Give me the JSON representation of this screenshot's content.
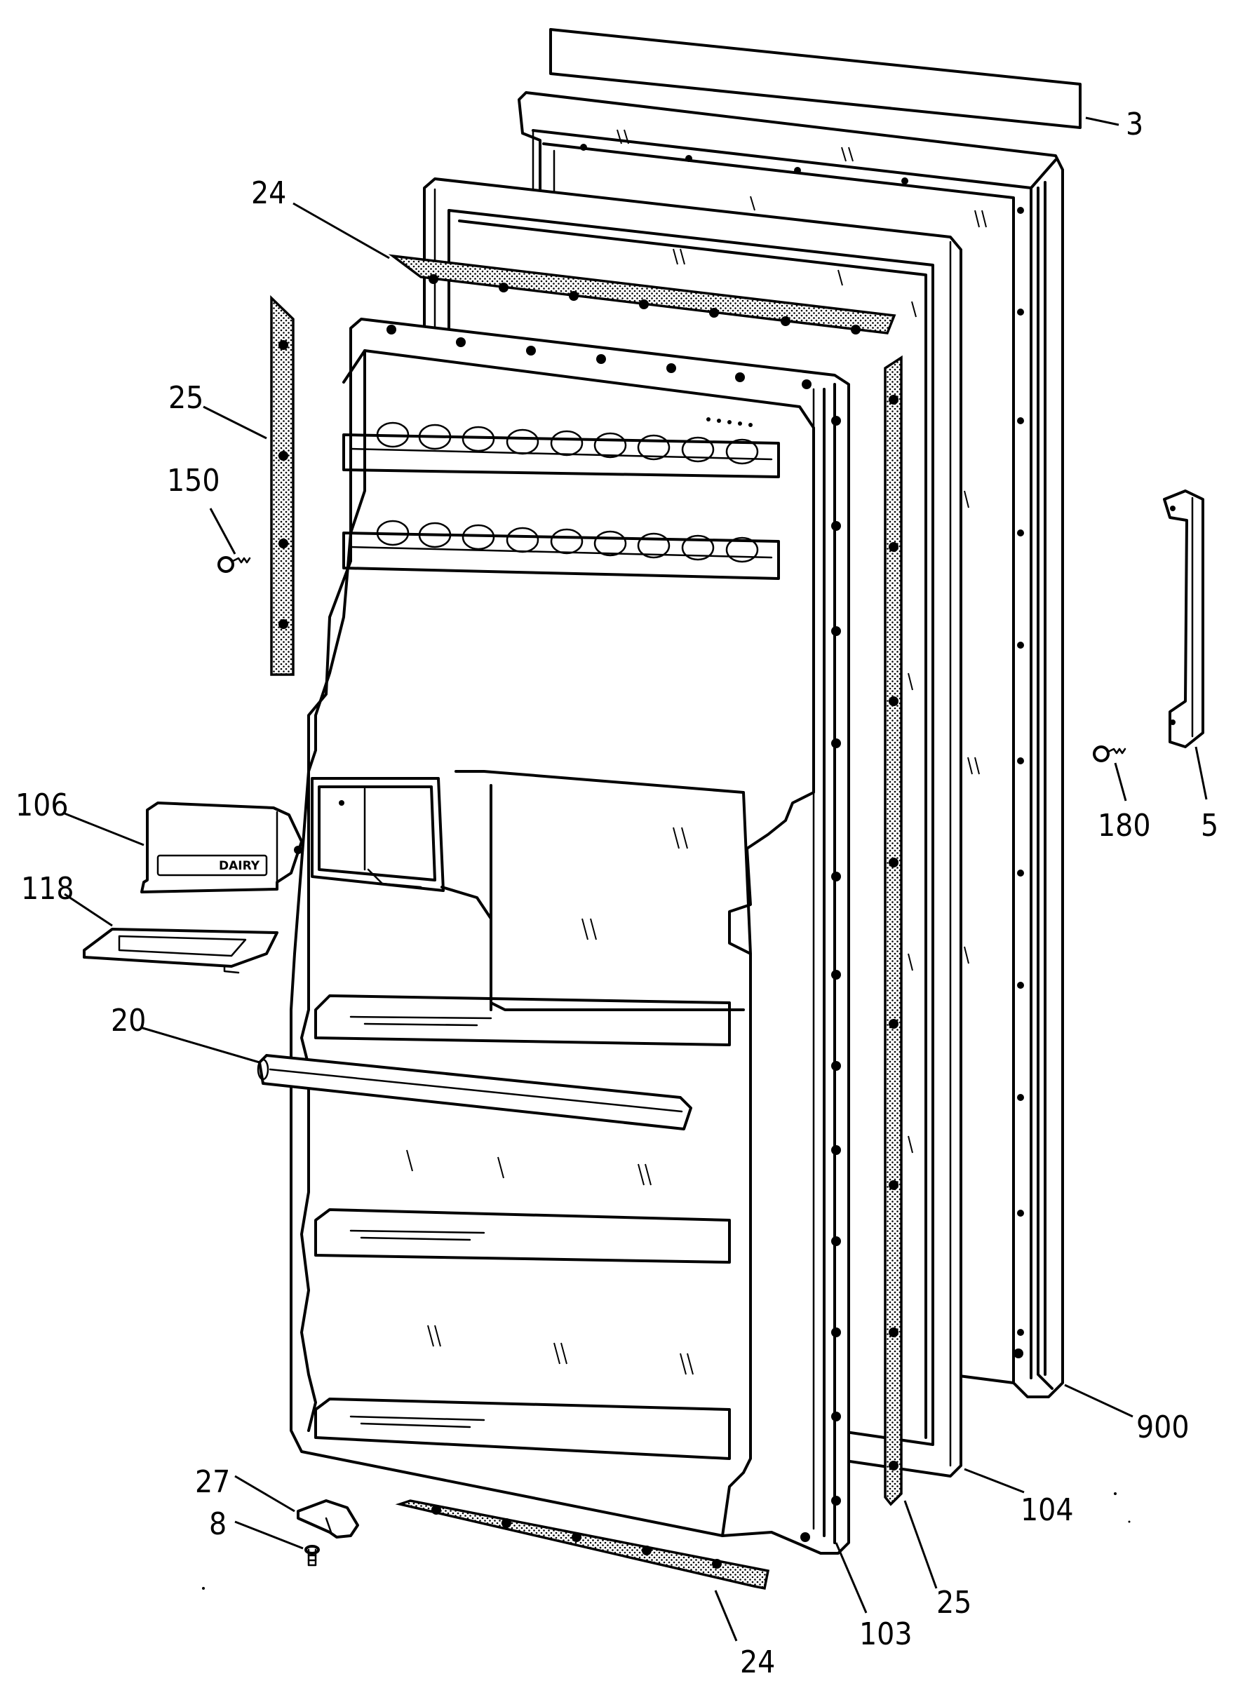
{
  "callouts": {
    "c3": "3",
    "c24_top": "24",
    "c25_left": "25",
    "c150": "150",
    "c106": "106",
    "c118": "118",
    "c20": "20",
    "c27": "27",
    "c8": "8",
    "c24_bottom": "24",
    "c103": "103",
    "c25_right": "25",
    "c104": "104",
    "c900": "900",
    "c180": "180",
    "c5": "5"
  },
  "bin_label": "DAIRY"
}
